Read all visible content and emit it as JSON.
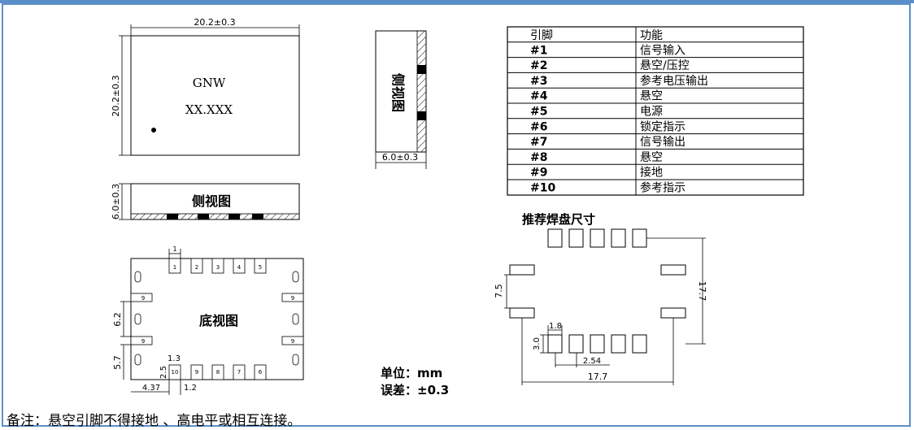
{
  "top_view": {
    "width_dim": "20.2±0.3",
    "height_dim": "20.2±0.3",
    "marking_line1": "GNW",
    "marking_line2": "XX.XXX"
  },
  "side_view_bottom": {
    "label": "侧视图",
    "height_dim": "6.0±0.3"
  },
  "side_view_right": {
    "label": "侧视图",
    "width_dim": "6.0±0.3"
  },
  "bottom_view": {
    "label": "底视图",
    "pin1_marker": "1",
    "top_pins": [
      "1",
      "2",
      "3",
      "4",
      "5"
    ],
    "bottom_pins": [
      "10",
      "9",
      "8",
      "7",
      "6"
    ],
    "side_pin": "9",
    "dim_62": "6.2",
    "dim_57": "5.7",
    "dim_13": "1.3",
    "dim_25": "2.5",
    "dim_12": "1.2",
    "dim_437": "4.37"
  },
  "pin_table": {
    "headers": [
      "引脚",
      "功能"
    ],
    "rows": [
      [
        "#1",
        "信号输入"
      ],
      [
        "#2",
        "悬空/压控"
      ],
      [
        "#3",
        "参考电压输出"
      ],
      [
        "#4",
        "悬空"
      ],
      [
        "#5",
        "电源"
      ],
      [
        "#6",
        "锁定指示"
      ],
      [
        "#7",
        "信号输出"
      ],
      [
        "#8",
        "悬空"
      ],
      [
        "#9",
        "接地"
      ],
      [
        "#10",
        "参考指示"
      ]
    ]
  },
  "pad_layout": {
    "title": "推荐焊盘尺寸",
    "dim_75": "7.5",
    "dim_177_v": "17.7",
    "dim_18": "1.8",
    "dim_30": "3.0",
    "dim_254": "2.54",
    "dim_177_h": "17.7"
  },
  "units": {
    "unit_line": "单位：mm",
    "tol_line": "误差：±0.3"
  },
  "note": "备注：悬空引脚不得接地 、高电平或相互连接。",
  "colors": {
    "frame": "#5b8fc7",
    "line": "#000000"
  }
}
